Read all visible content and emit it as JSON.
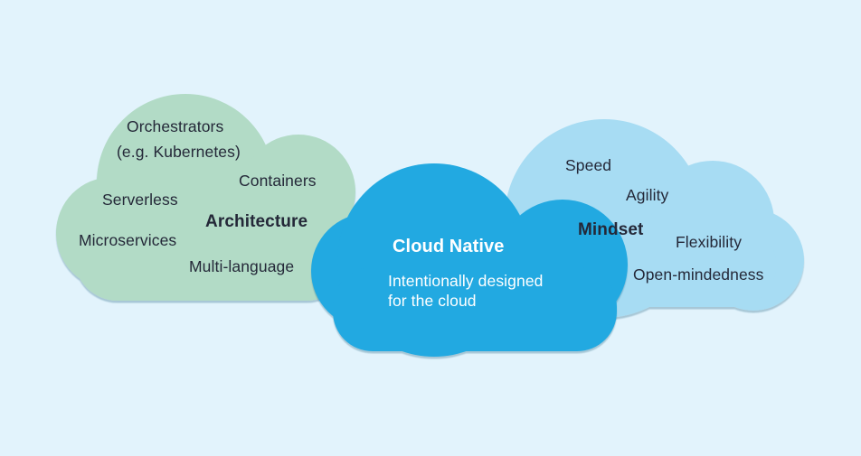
{
  "diagram": {
    "background": "#e2f3fc",
    "text_dark": "#242838",
    "text_light": "#ffffff",
    "shadow_color": "#14627f",
    "architecture_cloud": {
      "color": "#b2dbc6",
      "title": "Architecture",
      "labels": {
        "orchestrators": "Orchestrators",
        "kubernetes_note": "(e.g. Kubernetes)",
        "containers": "Containers",
        "serverless": "Serverless",
        "microservices": "Microservices",
        "multi_language": "Multi-language"
      }
    },
    "cloud_native_cloud": {
      "color": "#21a9e1",
      "title": "Cloud Native",
      "subtitle_line1": "Intentionally designed",
      "subtitle_line2": "for the cloud"
    },
    "mindset_cloud": {
      "color": "#a7dcf3",
      "title": "Mindset",
      "labels": {
        "speed": "Speed",
        "agility": "Agility",
        "flexibility": "Flexibility",
        "open_mindedness": "Open-mindedness"
      }
    }
  }
}
